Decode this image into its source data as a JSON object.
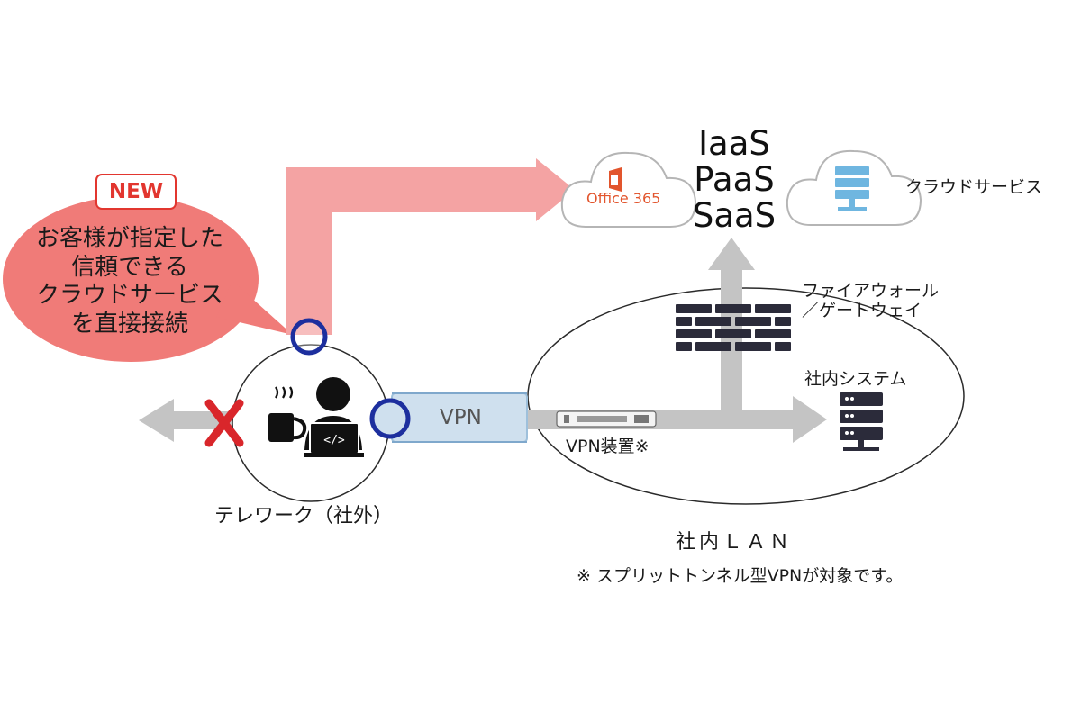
{
  "badge": {
    "new": "NEW"
  },
  "bubble": {
    "lines": [
      "お客様が指定した",
      "信頼できる",
      "クラウドサービス",
      "を直接接続"
    ]
  },
  "cloud": {
    "office_label": "Office 365",
    "services": [
      "IaaS",
      "PaaS",
      "SaaS"
    ],
    "service_label": "クラウドサービス"
  },
  "network": {
    "firewall_label_lines": [
      "ファイアウォール",
      "／ゲートウェイ"
    ],
    "internal_system_label": "社内システム",
    "vpn_label": "VPN",
    "vpn_device_label": "VPN装置※",
    "telework_label": "テレワーク（社外）",
    "lan_label": "社内ＬＡＮ",
    "footnote": "※ スプリットトンネル型VPNが対象です。"
  },
  "colors": {
    "pink_arrow": "#f4a3a3",
    "bubble_fill": "#f07b78",
    "gray_arrow": "#c4c4c4",
    "ring_blue": "#1d2f9e",
    "vpn_tunnel": "#cfe0ee",
    "cross_red": "#d9262b",
    "office_orange": "#e2552d",
    "server_blue": "#6fb6e0"
  },
  "icons": [
    "office-logo-icon",
    "server-cloud-icon",
    "firewall-brick-icon",
    "server-rack-icon",
    "coffee-mug-icon",
    "worker-laptop-icon",
    "cross-icon",
    "vpn-device-icon"
  ]
}
